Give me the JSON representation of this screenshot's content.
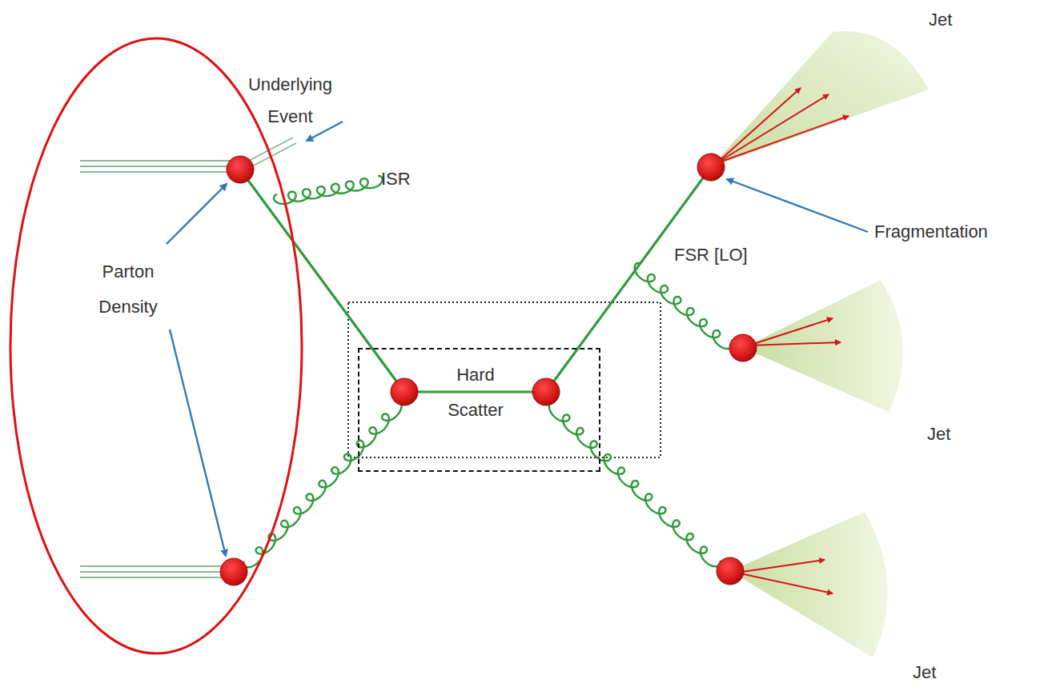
{
  "diagram": {
    "nodes": [
      {
        "text": [
          "Parton Density"
        ]
      },
      {
        "text": [
          "Hard Scatter"
        ]
      }
    ],
    "labels": [
      "Underlying Event",
      "ISR",
      "Fragmentation",
      "FSR [LO]",
      "Jet",
      "Jet",
      "Jet"
    ]
  }
}
